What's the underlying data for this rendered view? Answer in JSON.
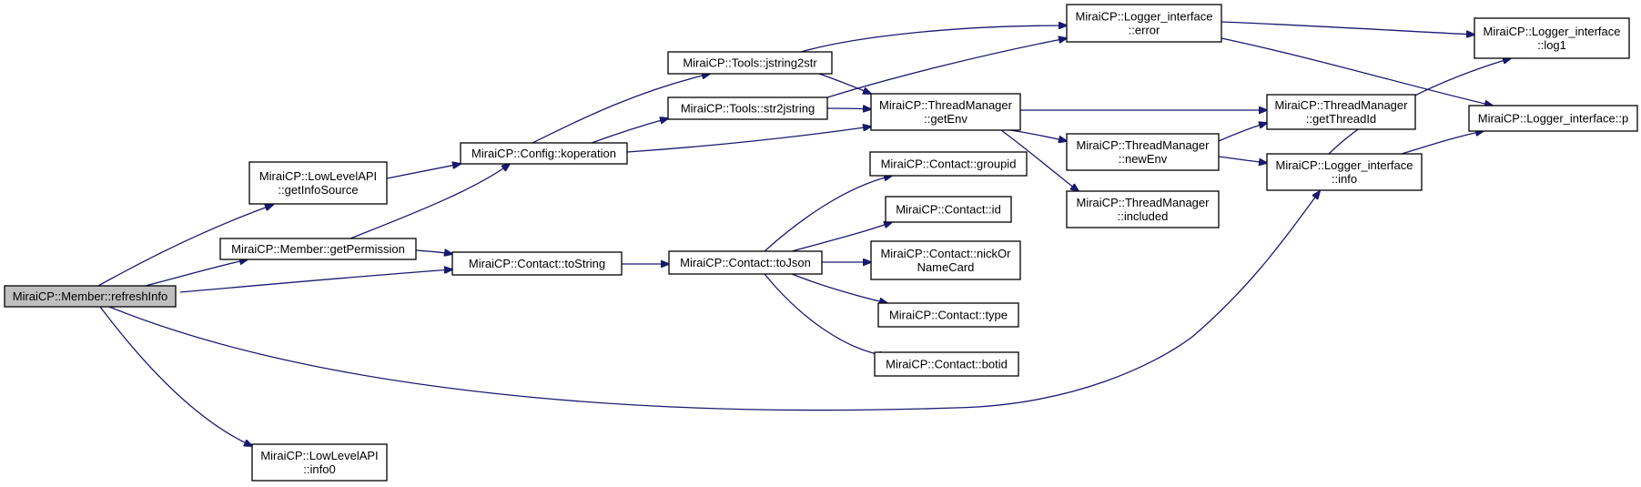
{
  "graph": {
    "edge_color": "#191970",
    "root_fill": "#bfbfbf",
    "node_fill": "#ffffff",
    "nodes": [
      {
        "id": "refreshInfo",
        "lines": [
          "MiraiCP::Member::refreshInfo"
        ],
        "root": true
      },
      {
        "id": "getInfoSource",
        "lines": [
          "MiraiCP::LowLevelAPI",
          "::getInfoSource"
        ]
      },
      {
        "id": "getPermission",
        "lines": [
          "MiraiCP::Member::getPermission"
        ]
      },
      {
        "id": "info0",
        "lines": [
          "MiraiCP::LowLevelAPI",
          "::info0"
        ]
      },
      {
        "id": "koperation",
        "lines": [
          "MiraiCP::Config::koperation"
        ]
      },
      {
        "id": "toString",
        "lines": [
          "MiraiCP::Contact::toString"
        ]
      },
      {
        "id": "jstring2str",
        "lines": [
          "MiraiCP::Tools::jstring2str"
        ]
      },
      {
        "id": "str2jstring",
        "lines": [
          "MiraiCP::Tools::str2jstring"
        ]
      },
      {
        "id": "toJson",
        "lines": [
          "MiraiCP::Contact::toJson"
        ]
      },
      {
        "id": "getEnv",
        "lines": [
          "MiraiCP::ThreadManager",
          "::getEnv"
        ]
      },
      {
        "id": "groupid",
        "lines": [
          "MiraiCP::Contact::groupid"
        ]
      },
      {
        "id": "cid",
        "lines": [
          "MiraiCP::Contact::id"
        ]
      },
      {
        "id": "nickOrNameCard",
        "lines": [
          "MiraiCP::Contact::nickOr",
          "NameCard"
        ]
      },
      {
        "id": "ctype",
        "lines": [
          "MiraiCP::Contact::type"
        ]
      },
      {
        "id": "botid",
        "lines": [
          "MiraiCP::Contact::botid"
        ]
      },
      {
        "id": "error",
        "lines": [
          "MiraiCP::Logger_interface",
          "::error"
        ]
      },
      {
        "id": "newEnv",
        "lines": [
          "MiraiCP::ThreadManager",
          "::newEnv"
        ]
      },
      {
        "id": "included",
        "lines": [
          "MiraiCP::ThreadManager",
          "::included"
        ]
      },
      {
        "id": "getThreadId",
        "lines": [
          "MiraiCP::ThreadManager",
          "::getThreadId"
        ]
      },
      {
        "id": "info",
        "lines": [
          "MiraiCP::Logger_interface",
          "::info"
        ]
      },
      {
        "id": "log1",
        "lines": [
          "MiraiCP::Logger_interface",
          "::log1"
        ]
      },
      {
        "id": "lp",
        "lines": [
          "MiraiCP::Logger_interface::p"
        ]
      }
    ],
    "edges": [
      {
        "from": "refreshInfo",
        "to": "getInfoSource"
      },
      {
        "from": "refreshInfo",
        "to": "getPermission"
      },
      {
        "from": "refreshInfo",
        "to": "toString"
      },
      {
        "from": "refreshInfo",
        "to": "info"
      },
      {
        "from": "refreshInfo",
        "to": "info0"
      },
      {
        "from": "getInfoSource",
        "to": "koperation"
      },
      {
        "from": "getPermission",
        "to": "koperation"
      },
      {
        "from": "getPermission",
        "to": "toString"
      },
      {
        "from": "koperation",
        "to": "jstring2str"
      },
      {
        "from": "koperation",
        "to": "str2jstring"
      },
      {
        "from": "koperation",
        "to": "getEnv"
      },
      {
        "from": "jstring2str",
        "to": "error"
      },
      {
        "from": "jstring2str",
        "to": "getEnv"
      },
      {
        "from": "str2jstring",
        "to": "getEnv"
      },
      {
        "from": "str2jstring",
        "to": "error"
      },
      {
        "from": "toString",
        "to": "toJson"
      },
      {
        "from": "toJson",
        "to": "groupid"
      },
      {
        "from": "toJson",
        "to": "cid"
      },
      {
        "from": "toJson",
        "to": "nickOrNameCard"
      },
      {
        "from": "toJson",
        "to": "ctype"
      },
      {
        "from": "toJson",
        "to": "botid"
      },
      {
        "from": "getEnv",
        "to": "getThreadId"
      },
      {
        "from": "getEnv",
        "to": "newEnv"
      },
      {
        "from": "getEnv",
        "to": "included"
      },
      {
        "from": "error",
        "to": "log1"
      },
      {
        "from": "error",
        "to": "lp"
      },
      {
        "from": "newEnv",
        "to": "getThreadId"
      },
      {
        "from": "newEnv",
        "to": "info"
      },
      {
        "from": "info",
        "to": "log1"
      },
      {
        "from": "info",
        "to": "lp"
      }
    ]
  }
}
